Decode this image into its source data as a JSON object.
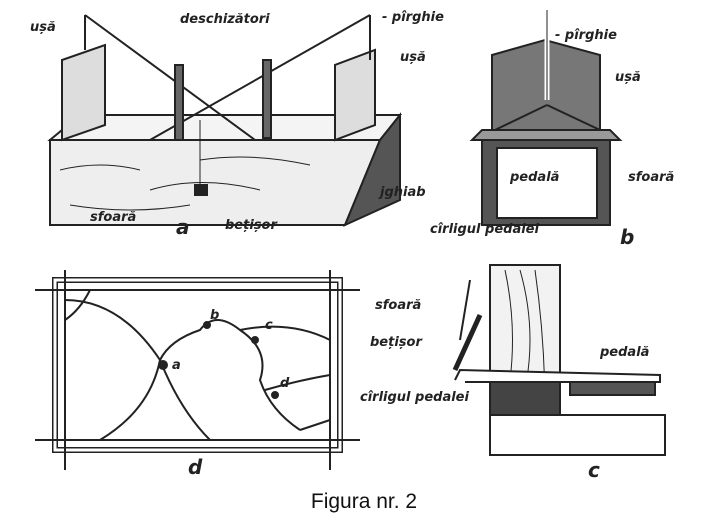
{
  "figure_a": {
    "door_left": "ușă",
    "openers": "deschizători",
    "lever": "- pîrghie",
    "door_right": "ușă",
    "string": "sfoară",
    "stick": "bețișor",
    "trough": "jghiab",
    "letter": "a"
  },
  "figure_b": {
    "lever": "- pîrghie",
    "doors": "ușă",
    "pedal": "pedală",
    "string": "sfoară",
    "pedal_hook": "cîrligul pedalei",
    "letter": "b"
  },
  "figure_d": {
    "points": [
      "a",
      "b",
      "c",
      "d"
    ],
    "letter": "d"
  },
  "figure_c": {
    "string": "sfoară",
    "stick": "bețișor",
    "pedal_hook": "cîrligul pedalei",
    "pedal": "pedală",
    "letter": "c"
  },
  "caption": "Figura nr. 2"
}
